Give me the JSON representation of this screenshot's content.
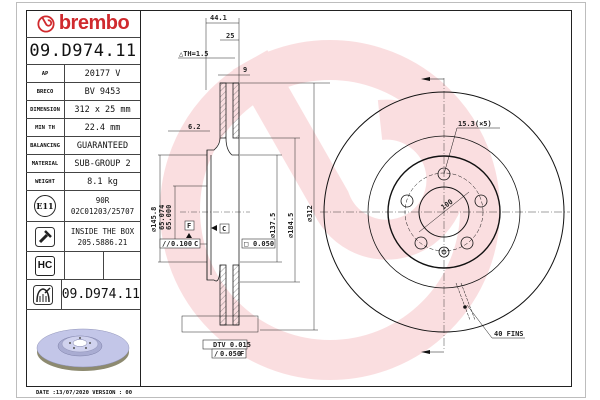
{
  "brand": {
    "name": "brembo",
    "color": "#d02a2e"
  },
  "part_number": "09.D974.11",
  "specs": [
    {
      "label": "AP",
      "value": "20177 V"
    },
    {
      "label": "BRECO",
      "value": "BV 9453"
    },
    {
      "label": "DIMENSION",
      "value": "312 x 25 mm"
    },
    {
      "label": "MIN TH",
      "value": "22.4 mm"
    },
    {
      "label": "BALANCING",
      "value": "GUARANTEED"
    },
    {
      "label": "MATERIAL",
      "value": "SUB-GROUP 2"
    },
    {
      "label": "WEIGHT",
      "value": "8.1 kg"
    }
  ],
  "approval": {
    "badge": "E11",
    "line1": "90R",
    "line2": "02C01203/25707"
  },
  "hardware": {
    "icon": "screw-icon",
    "line1": "INSIDE THE BOX",
    "line2": "205.5886.21"
  },
  "hc": {
    "badge": "HC"
  },
  "disc_ref": {
    "icon": "disc-coating-icon",
    "value": "09.D974.11"
  },
  "footer": {
    "date_version": "DATE :13/07/2020 VERSION : 00"
  },
  "drawing": {
    "dims": {
      "overall_height": "44.1",
      "thickness": "25",
      "delta_th": "△TH=1.5",
      "fin_gap": "9",
      "hat_offset": "6.2",
      "d_hat": "⌀145.8",
      "d_center_max": "65.074",
      "d_center_min": "65.000",
      "d_137": "⌀137.5",
      "d_184": "⌀184.5",
      "d_312": "⌀312",
      "bolt_hole": "15.3(×5)",
      "pcd": "100",
      "fins": "40 FINS"
    },
    "tolerances": {
      "datum_f": "F",
      "datum_c": "C",
      "parallel": "0.100",
      "parallel_ref": "C",
      "flatness": "0.050",
      "dtv": "DTV 0.015",
      "runout": "0.050",
      "runout_ref": "F"
    }
  }
}
